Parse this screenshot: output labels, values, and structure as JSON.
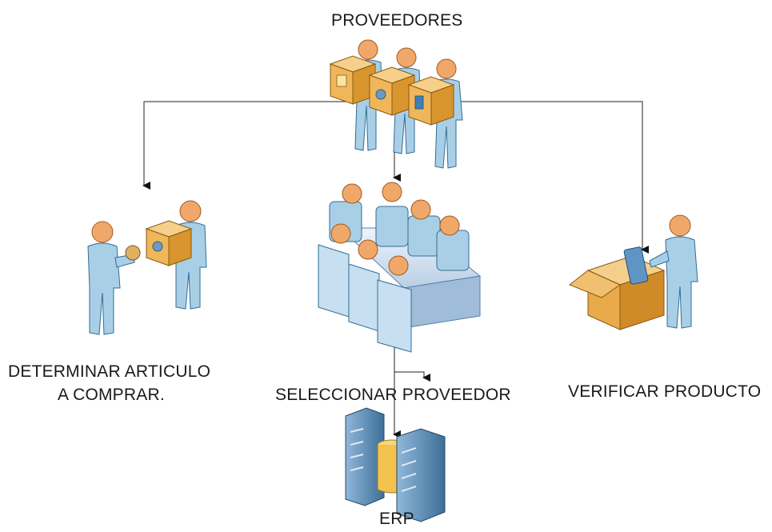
{
  "nodes": {
    "proveedores": {
      "label": "PROVEEDORES"
    },
    "determinar": {
      "line1": "DETERMINAR ARTICULO",
      "line2": "A COMPRAR."
    },
    "seleccionar": {
      "label": "SELECCIONAR PROVEEDOR"
    },
    "verificar": {
      "label": "VERIFICAR PRODUCTO"
    },
    "erp": {
      "label": "ERP"
    }
  },
  "colors": {
    "person_fill": "#a9cfe6",
    "person_head": "#f0a86a",
    "box": "#f0b65a",
    "server": "#5c8fb8",
    "database": "#f2c14e",
    "connector": "#222222"
  }
}
